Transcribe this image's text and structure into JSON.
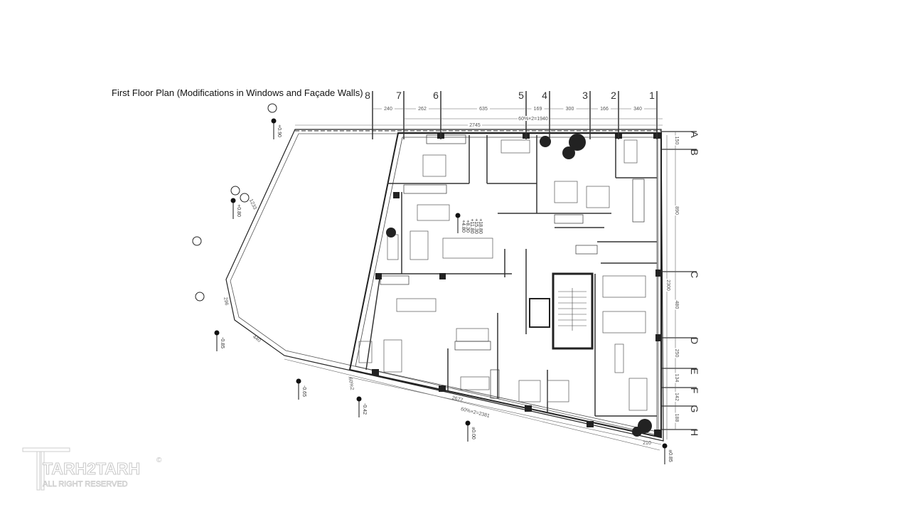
{
  "title": "First Floor Plan (Modifications in Windows and Façade Walls)",
  "grid_columns": [
    "8",
    "7",
    "6",
    "5",
    "4",
    "3",
    "2",
    "1"
  ],
  "grid_rows": [
    "A",
    "B",
    "C",
    "D",
    "E",
    "F",
    "G",
    "H"
  ],
  "top_dimensions": [
    "240",
    "262",
    "635",
    "169",
    "300",
    "166",
    "340"
  ],
  "top_overall": [
    "60%×2=1940",
    "2745"
  ],
  "right_dimensions": [
    "150",
    "890",
    "480",
    "250",
    "134",
    "142",
    "188"
  ],
  "right_overall": "2300",
  "slanted_dimensions": {
    "north_west": "1233",
    "west": "296",
    "south_west": "440",
    "south": "2677",
    "south_overall": "60%×2=2381",
    "south_east": "210",
    "small": "60%2"
  },
  "levels": [
    "+0.90",
    "+0.80",
    "-0.85",
    "-0.65",
    "-0.42",
    "±0.00",
    "±0.85"
  ],
  "stacked_levels": [
    "+18.80",
    "+15.30",
    "+11.80",
    "+8.30",
    "+4.80"
  ],
  "logo": {
    "brand": "TARH2TARH",
    "rights": "ALL RIGHT RESERVED",
    "copyright": "©"
  }
}
